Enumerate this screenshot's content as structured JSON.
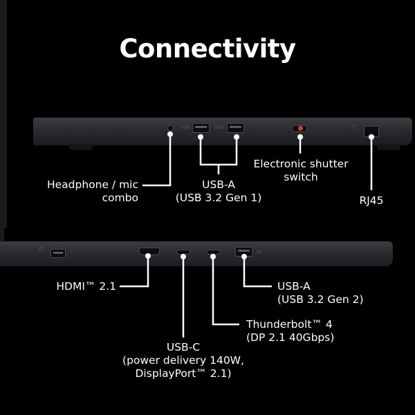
{
  "title": "Connectivity",
  "top_side": {
    "port_markings": {
      "usb_speed_1": "SS⇄",
      "usb_speed_2": "SS⇄",
      "rj45_icon": "⑂"
    },
    "labels": {
      "headphone": [
        "Headphone / mic",
        "combo"
      ],
      "usb_a": [
        "USB-A",
        "(USB 3.2 Gen 1)"
      ],
      "shutter": [
        "Electronic shutter",
        "switch"
      ],
      "rj45": [
        "RJ45"
      ]
    }
  },
  "bottom_side": {
    "labels": {
      "hdmi": [
        "HDMI™ 2.1"
      ],
      "usb_a": [
        "USB-A",
        "(USB 3.2 Gen 2)"
      ],
      "thunderbolt": [
        "Thunderbolt™ 4",
        "(DP 2.1 40Gbps)"
      ],
      "usb_c": [
        "USB-C",
        "(power delivery 140W,",
        "DisplayPort™ 2.1)"
      ]
    }
  },
  "colors": {
    "background": "#000000",
    "text": "#ffffff",
    "callout_line": "#ffffff",
    "chassis": "#2a2b2e",
    "shutter_indicator": "#d23b3b"
  }
}
